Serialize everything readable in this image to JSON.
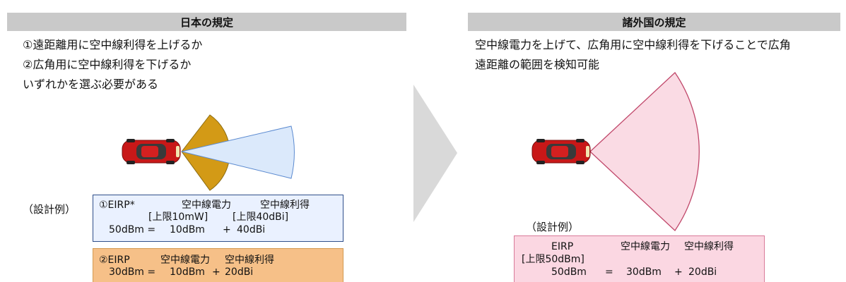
{
  "left": {
    "header": "日本の規定",
    "lines": [
      "①遠距離用に空中線利得を上げるか",
      "②広角用に空中線利得を下げるか",
      "いずれかを選ぶ必要がある"
    ],
    "example_label": "（設計例）",
    "box1": {
      "label": "①EIRP*",
      "col1": "空中線電力",
      "col2": "空中線利得",
      "limit1": "[上限10mW]",
      "limit2": "[上限40dBi]",
      "eirp": "50dBm =",
      "power": "10dBm",
      "plus": "+",
      "gain": "40dBi"
    },
    "box2": {
      "label": "②EIRP",
      "col1": "空中線電力",
      "col2": "空中線利得",
      "eirp": "30dBm =",
      "power": "10dBm",
      "plus": "+",
      "gain": "20dBi"
    }
  },
  "right": {
    "header": "諸外国の規定",
    "lines": [
      "空中線電力を上げて、広角用に空中線利得を下げることで広角",
      "遠距離の範囲を検知可能"
    ],
    "example_label": "（設計例）",
    "box": {
      "label": "EIRP",
      "col1": "空中線電力",
      "col2": "空中線利得",
      "limit": "[上限50dBm]",
      "eirp": "50dBm",
      "equals": "=",
      "power": "30dBm",
      "plus": "+",
      "gain": "20dBi"
    }
  },
  "colors": {
    "header_bg": "#c9c9c9",
    "wide_beam": "#d39a16",
    "narrow_beam": "#dbe9fb",
    "right_beam": "#fadbe4",
    "car": "#d01a1a",
    "arrow": "#d9d9d9"
  },
  "icons": [
    "car-icon",
    "chevron-arrow"
  ]
}
